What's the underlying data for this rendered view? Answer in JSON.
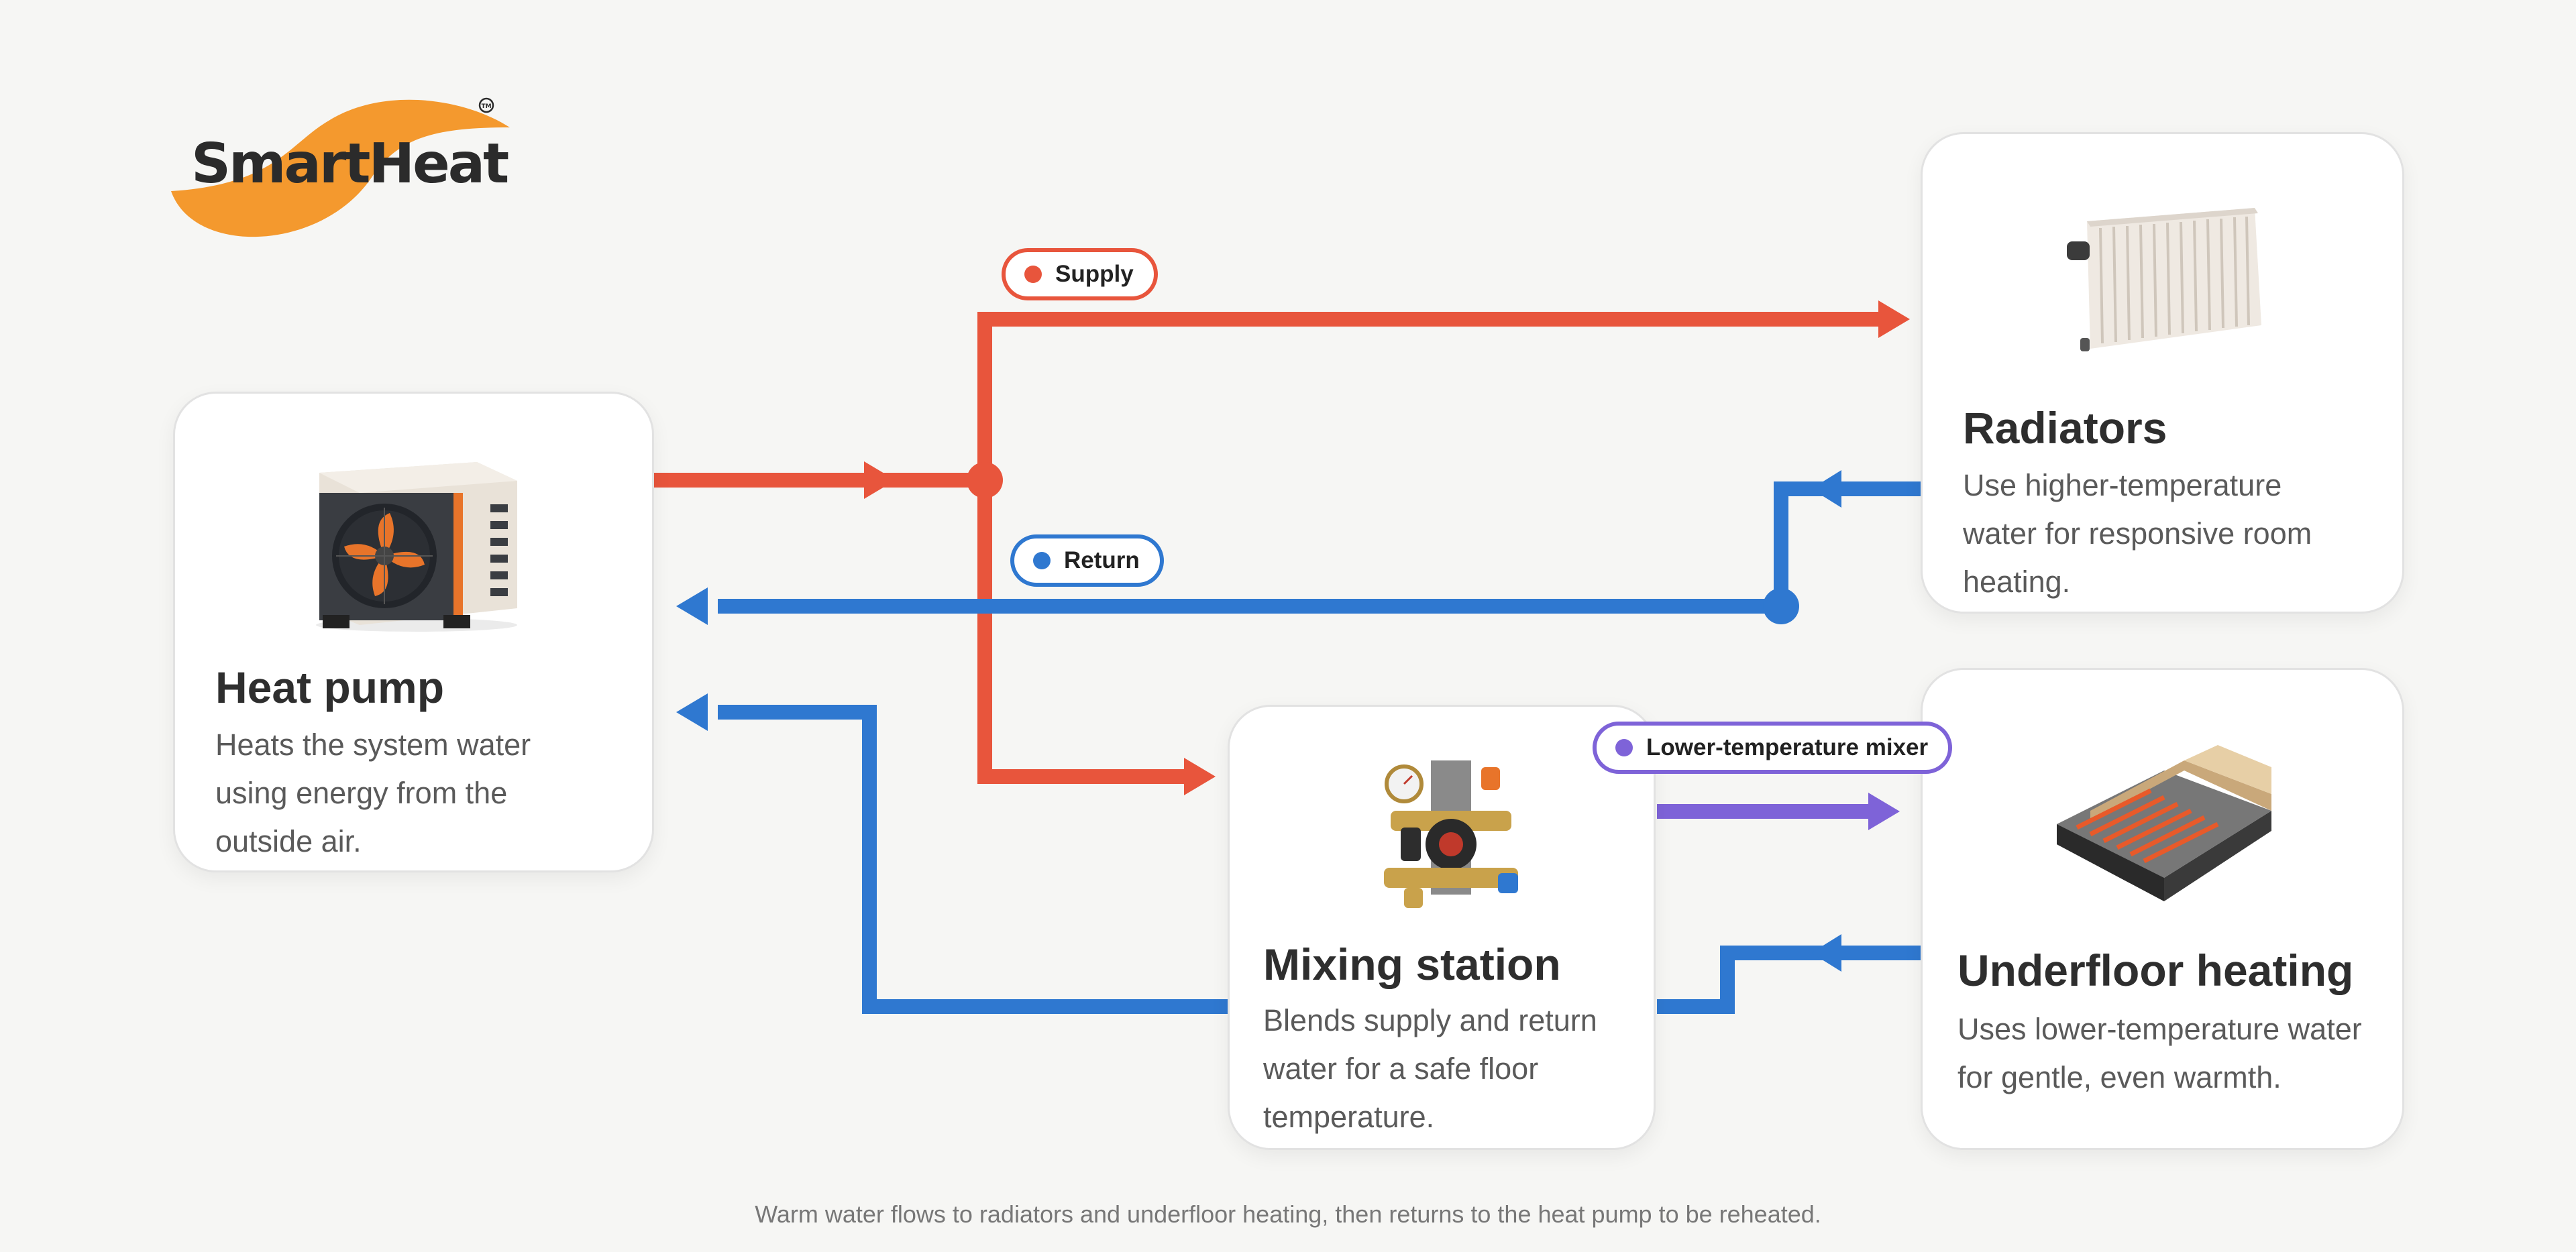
{
  "brand": {
    "name": "SmartHeat",
    "trademark": "TM"
  },
  "colors": {
    "supply": "#e8553c",
    "return": "#2f78d0",
    "mixer": "#7e63d8",
    "logo_swoosh": "#f4992e",
    "background": "#f6f6f4"
  },
  "cards": {
    "heat_pump": {
      "title": "Heat pump",
      "description": "Heats the system water using energy from the outside air.",
      "icon": "outdoor-heat-pump-unit-icon"
    },
    "radiators": {
      "title": "Radiators",
      "description": "Use higher-temperature water for responsive room heating.",
      "icon": "panel-radiator-icon"
    },
    "mixing_station": {
      "title": "Mixing station",
      "description": "Blends supply and return water for a safe floor temperature.",
      "icon": "mixing-valve-pump-icon"
    },
    "underfloor": {
      "title": "Underfloor heating",
      "description": "Uses lower-temperature water for gentle, even warmth.",
      "icon": "underfloor-heating-pipes-icon"
    }
  },
  "legend": {
    "supply": "Supply",
    "return": "Return",
    "mixer": "Lower-temperature mixer"
  },
  "caption": "Warm water flows to radiators and underfloor heating, then returns to the heat pump to be reheated."
}
